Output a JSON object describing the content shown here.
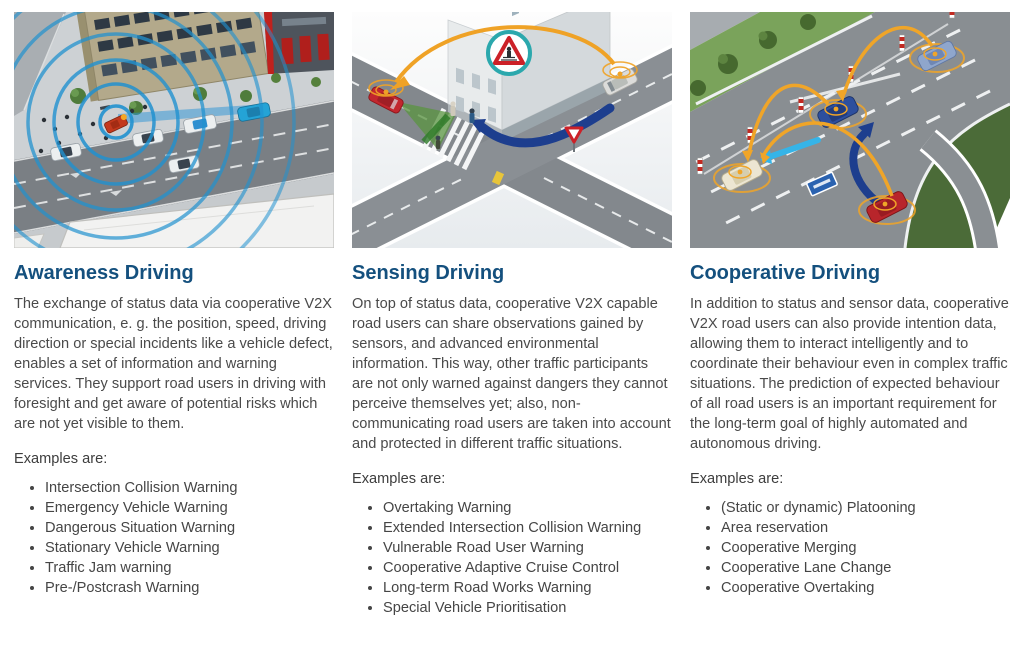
{
  "page": {
    "background": "#ffffff"
  },
  "colors": {
    "heading_blue": "#14507e",
    "body_gray": "#4a4a4a",
    "arrow_orange": "#efa226",
    "arrow_dark_blue": "#1d3e8e",
    "arrow_cyan": "#35b4e8",
    "wave_blue": "#2191cf",
    "road_gray": "#85898d",
    "grass_green": "#55803c",
    "car_red": "#b8252b"
  },
  "columns": [
    {
      "id": "awareness",
      "illustration_alt": "Aerial city street with connected cars; blue V2X radio waves radiate from a stopped red vehicle",
      "heading": "Awareness Driving",
      "paragraph": "The exchange of status data via cooperative V2X communication, e. g. the position, speed, driving direction or special incidents like a vehicle defect, enables a set of information and warning services. They support road users in driving with foresight and get aware of potential risks which are not yet visible to them.",
      "examples_label": "Examples are:",
      "examples": [
        "Intersection Collision Warning",
        "Emergency Vehicle Warning",
        "Dangerous Situation Warning",
        "Stationary Vehicle Warning",
        "Traffic Jam warning",
        "Pre-/Postcrash Warning"
      ]
    },
    {
      "id": "sensing",
      "illustration_alt": "Isometric crossroads with pedestrian-crossing warning sign; orange V2X arc links a silver car and a red car, blue arrow shows the driving path, green sensor cone covers the zebra crossing",
      "heading": "Sensing Driving",
      "paragraph": "On top of status data, cooperative V2X capable road users can share observations gained by sensors, and advanced environmental information. This way, other traffic participants are not only warned against dangers they cannot perceive themselves yet; also, non-communicating road users are taken into account and protected in different traffic situations.",
      "examples_label": "Examples are:",
      "examples": [
        "Overtaking Warning",
        "Extended Intersection Collision Warning",
        "Vulnerable Road User Warning",
        "Cooperative Adaptive Cruise Control",
        "Long-term Road Works Warning",
        "Special Vehicle Prioritisation"
      ]
    },
    {
      "id": "cooperative",
      "illustration_alt": "Road works lane closure with striped beacons; four cars exchange intention data via orange arcs, cyan and blue arrows show cooperative lane change and merging",
      "heading": "Cooperative Driving",
      "paragraph": "In addition to status and sensor data, cooperative V2X road users can also provide intention data, allowing them to interact intelligently and to coordinate their behaviour even in complex traffic situations. The prediction of expected behaviour of all road users is an important requirement for the long-term goal of highly automated and autonomous driving.",
      "examples_label": "Examples are:",
      "examples": [
        "(Static or dynamic) Platooning",
        "Area reservation",
        "Cooperative Merging",
        "Cooperative Lane Change",
        "Cooperative Overtaking"
      ]
    }
  ]
}
